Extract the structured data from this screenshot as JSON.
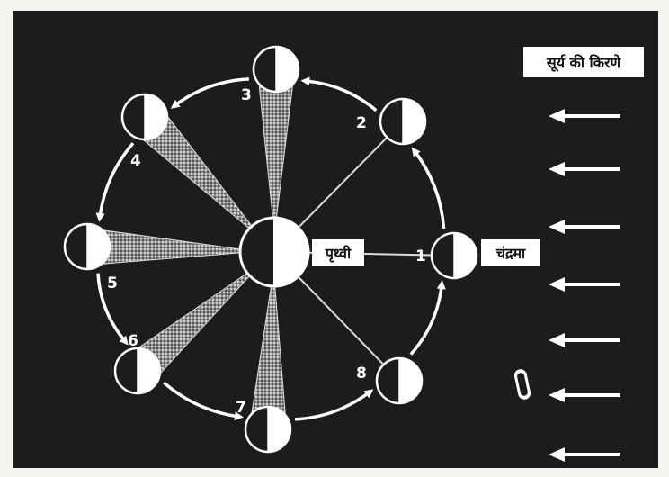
{
  "labels": {
    "sun_rays": "सूर्य की किरणे",
    "earth": "पृथ्वी",
    "moon": "चंद्रमा"
  },
  "moon_positions": [
    {
      "number": "1"
    },
    {
      "number": "2"
    },
    {
      "number": "3"
    },
    {
      "number": "4"
    },
    {
      "number": "5"
    },
    {
      "number": "6"
    },
    {
      "number": "7"
    },
    {
      "number": "8"
    }
  ],
  "colors": {
    "background": "#1a1a1a",
    "foreground": "#ffffff",
    "shadow_cone": "#9a9a9a"
  }
}
